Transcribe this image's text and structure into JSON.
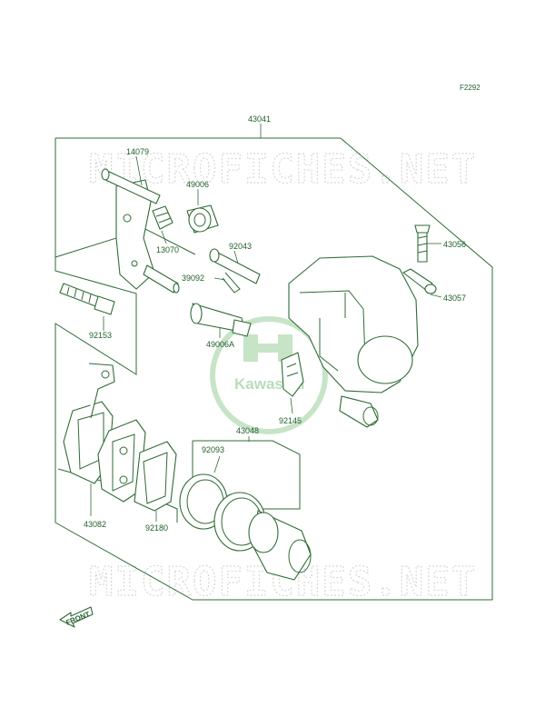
{
  "figure_code": "F2292",
  "watermark": {
    "text": "MICROFICHES.NET",
    "logo_text": "Kawasaki"
  },
  "front_label": "FRONT",
  "part_labels": {
    "caliper_assembly": "43041",
    "pin_14079": "14079",
    "boot_49006": "49006",
    "spring_13070": "13070",
    "pin_92043": "92043",
    "clip_39092": "39092",
    "boot_49006A": "49006A",
    "bleeder_43056": "43056",
    "cap_43057": "43057",
    "bolt_92153": "92153",
    "spring_92145": "92145",
    "piston_set_43048": "43048",
    "seal_92093": "92093",
    "pad_set_43082": "43082",
    "shim_92180": "92180"
  },
  "colors": {
    "line": "#2f6b35",
    "text": "#1f5f2a",
    "watermark": "#d7d7d7",
    "logo": "#b9ddb9"
  }
}
